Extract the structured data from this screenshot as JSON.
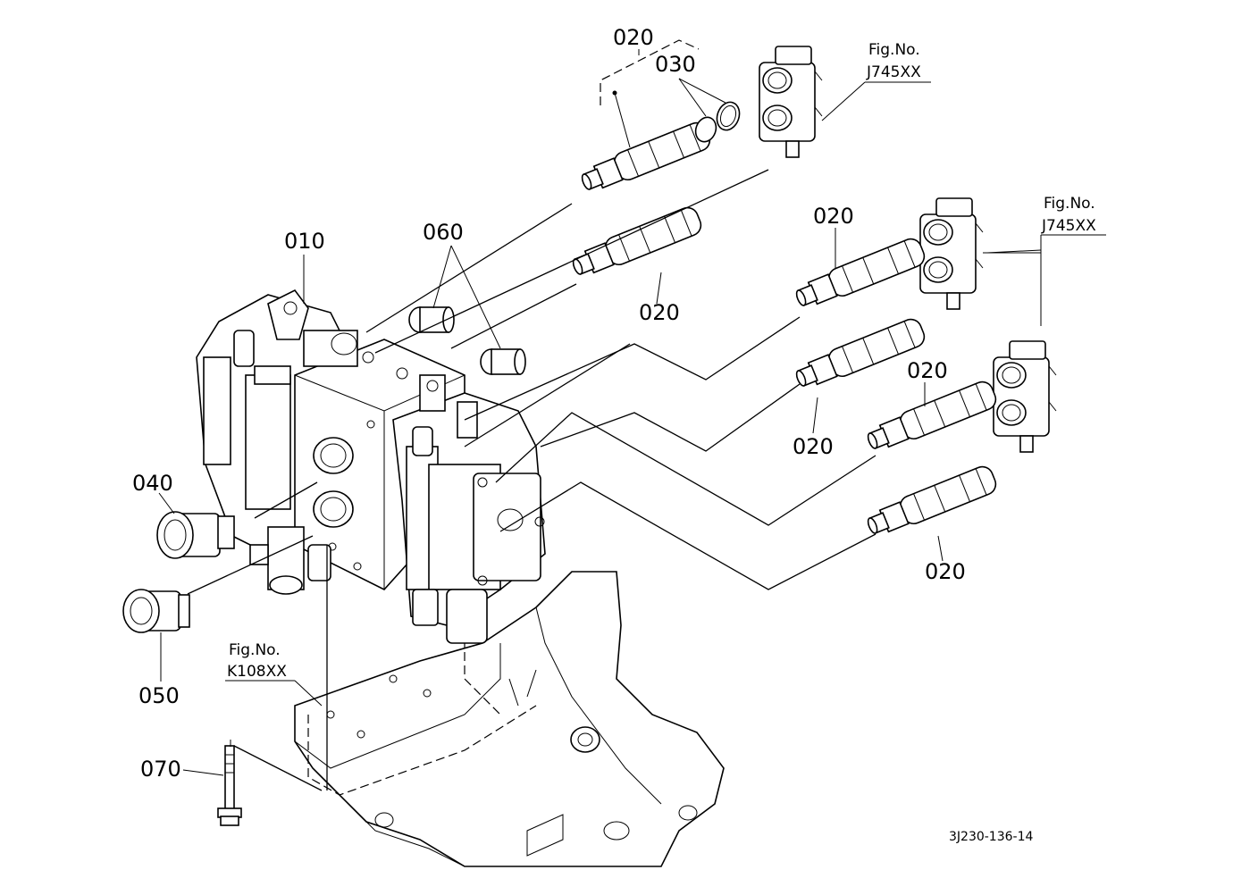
{
  "diagram": {
    "drawing_code": "3J230-136-14",
    "parts": [
      {
        "no": "010"
      },
      {
        "no": "020"
      },
      {
        "no": "030"
      },
      {
        "no": "040"
      },
      {
        "no": "050"
      },
      {
        "no": "060"
      },
      {
        "no": "070"
      }
    ],
    "figure_refs": {
      "upper_right": {
        "title": "Fig.No.",
        "code": "J745XX"
      },
      "right": {
        "title": "Fig.No.",
        "code": "J745XX"
      },
      "lower_left": {
        "title": "Fig.No.",
        "code": "K108XX"
      }
    }
  }
}
